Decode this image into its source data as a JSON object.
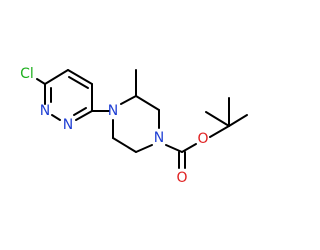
{
  "molecule": {
    "atoms": {
      "cl": {
        "text": "Cl",
        "color": "#1fb01f"
      },
      "n_ring_top": {
        "text": "N",
        "color": "#1f3fd4"
      },
      "n_ring_bottom": {
        "text": "N",
        "color": "#1f3fd4"
      },
      "n_piperazine_1": {
        "text": "N",
        "color": "#1f3fd4"
      },
      "n_piperazine_4": {
        "text": "N",
        "color": "#1f3fd4"
      },
      "o_ester": {
        "text": "O",
        "color": "#e02020"
      },
      "o_carbonyl": {
        "text": "O",
        "color": "#e02020"
      }
    },
    "bond_color": "#000000"
  }
}
